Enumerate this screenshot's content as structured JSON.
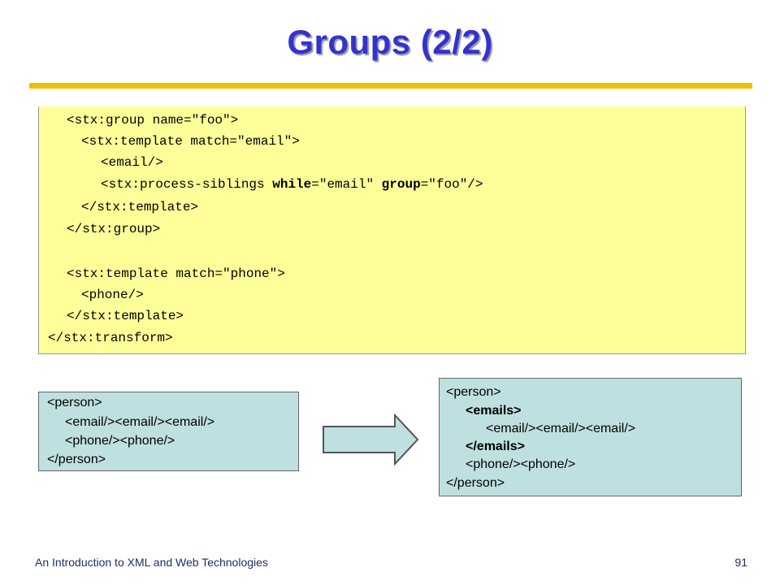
{
  "slide": {
    "title": "Groups (2/2)"
  },
  "code": {
    "lines": [
      "<stx:group name=\"foo\">",
      "<stx:template match=\"email\">",
      "<email/>",
      "<stx:process-siblings ",
      "while",
      "=\"email\" ",
      "group",
      "=\"foo\"/>",
      "</stx:template>",
      "</stx:group>",
      "<stx:template match=\"phone\">",
      "<phone/>",
      "</stx:template>",
      "</stx:transform>"
    ]
  },
  "input_xml": {
    "lines": [
      "<person>",
      "<email/><email/><email/>",
      "<phone/><phone/>",
      "</person>"
    ]
  },
  "output_xml": {
    "lines": [
      "<person>",
      "<emails>",
      "<email/><email/><email/>",
      "</emails>",
      "<phone/><phone/>",
      "</person>"
    ]
  },
  "arrow_icon": "right-arrow-icon",
  "colors": {
    "title": "#3333cc",
    "rule": "#f0c000",
    "code_bg": "#ffff99",
    "xml_bg": "#bfe0e0",
    "arrow_fill": "#bfe0e0"
  },
  "footer": {
    "left": "An Introduction to XML and Web Technologies",
    "page_number": "91"
  }
}
